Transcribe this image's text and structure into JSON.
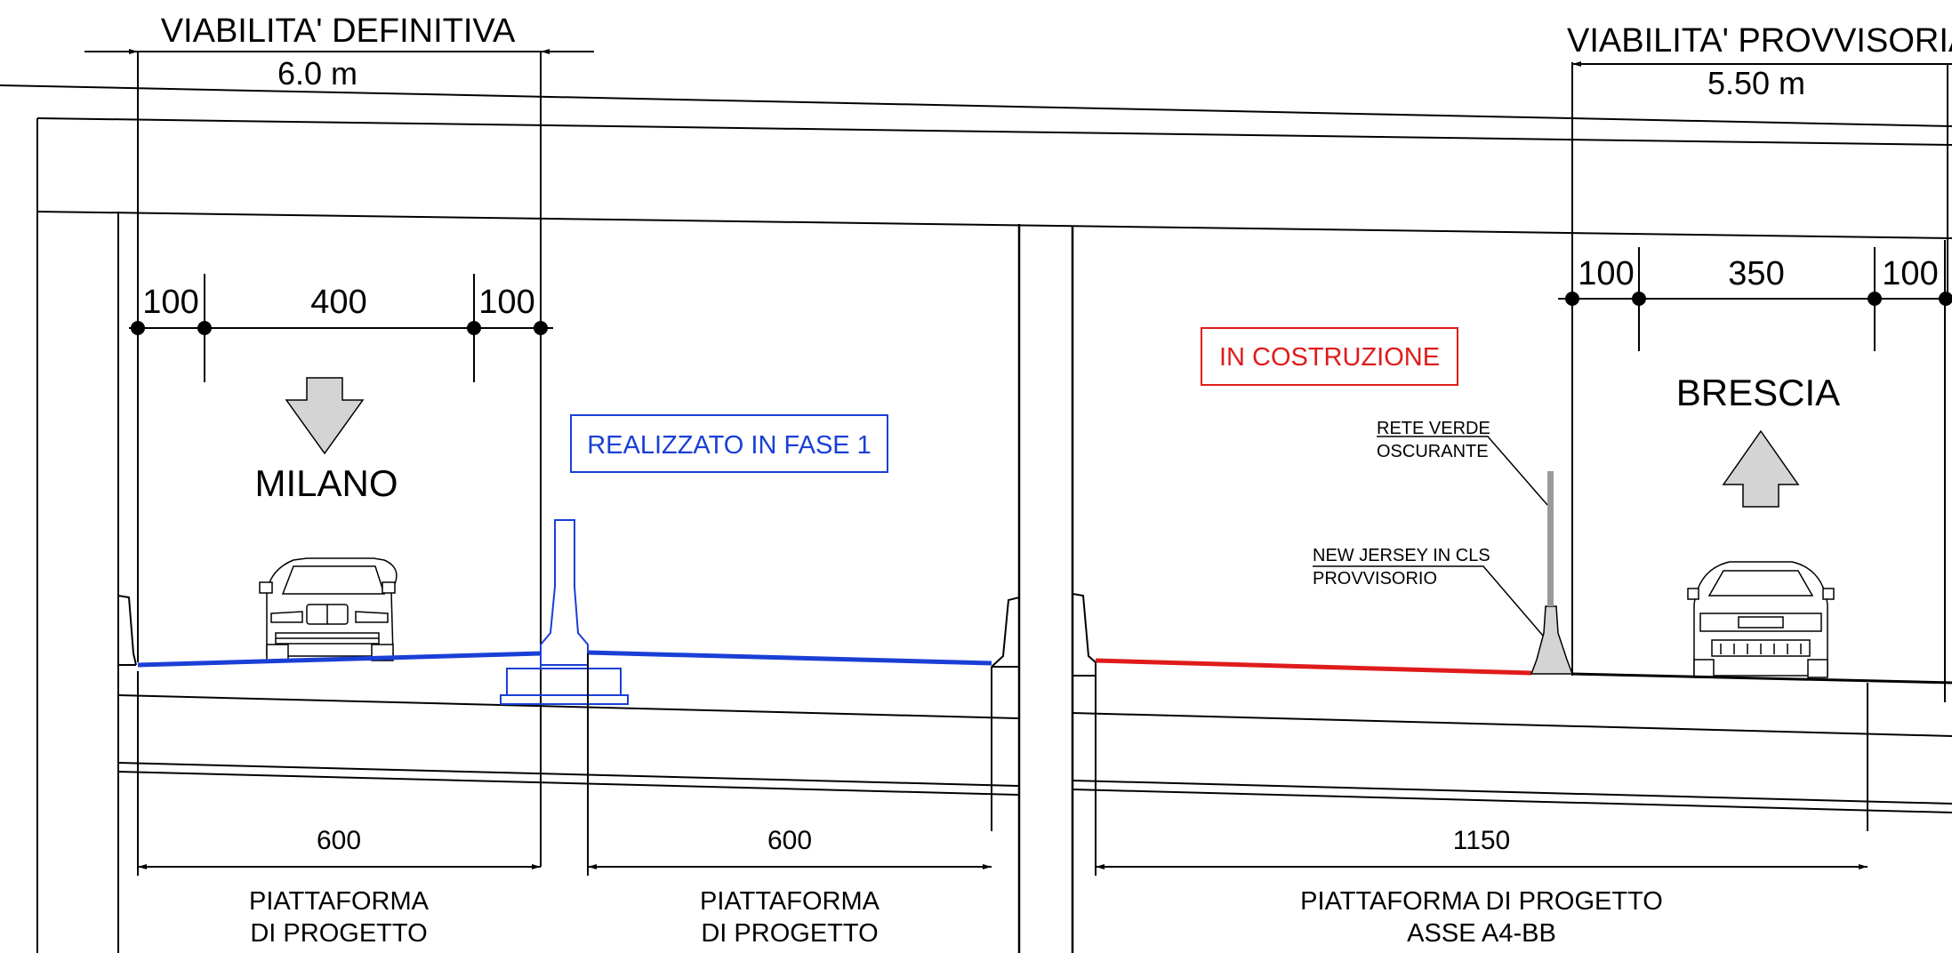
{
  "left_section": {
    "header_title": "VIABILITA' DEFINITIVA",
    "header_width": "6.0 m",
    "lane_dims": [
      "100",
      "400",
      "100"
    ],
    "direction_label": "MILANO",
    "phase_label": "REALIZZATO IN FASE 1",
    "bottom_dims": [
      "600",
      "600"
    ],
    "platform_left": [
      "PIATTAFORMA",
      "DI PROGETTO"
    ],
    "platform_right": [
      "PIATTAFORMA",
      "DI PROGETTO"
    ],
    "pavement_color": "#1a3fd6"
  },
  "right_section": {
    "header_title": "VIABILITA' PROVVISORIA",
    "header_width": "5.50 m",
    "lane_dims": [
      "100",
      "350",
      "100"
    ],
    "direction_label": "BRESCIA",
    "status_label": "IN COSTRUZIONE",
    "net_label": [
      "RETE VERDE",
      "OSCURANTE"
    ],
    "barrier_label": [
      "NEW JERSEY IN CLS",
      "PROVVISORIO"
    ],
    "bottom_dim": "1150",
    "platform": [
      "PIATTAFORMA DI PROGETTO",
      "ASSE A4-BB"
    ],
    "pavement_color": "#e01b1b"
  },
  "colors": {
    "line": "#000000",
    "phase1_blue": "#1a3fd6",
    "construction_red": "#e01b1b",
    "arrow_fill": "#d4d4d4"
  }
}
